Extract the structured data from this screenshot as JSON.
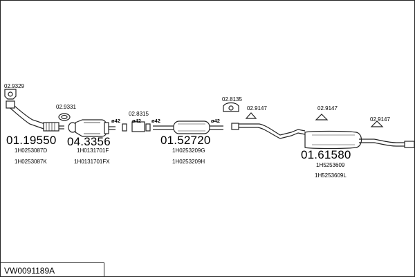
{
  "diagram_code": "VW0091189A",
  "parts": [
    {
      "number": "01.19550",
      "refs": [
        "1H0253087D",
        "1H0253087K"
      ]
    },
    {
      "number": "04.3356",
      "refs": [
        "1H0131701F",
        "1H0131701FX"
      ]
    },
    {
      "number": "01.52720",
      "refs": [
        "1H0253209G",
        "1H0253209H"
      ]
    },
    {
      "number": "01.61580",
      "refs": [
        "1H5253609",
        "1H5253609L"
      ]
    }
  ],
  "accessories": [
    "02.9329",
    "02.9331",
    "02.8315",
    "02.8135",
    "02.9147",
    "02.9147",
    "02.9147"
  ],
  "diameters": [
    "ø42",
    "ø42",
    "ø42",
    "ø42"
  ]
}
